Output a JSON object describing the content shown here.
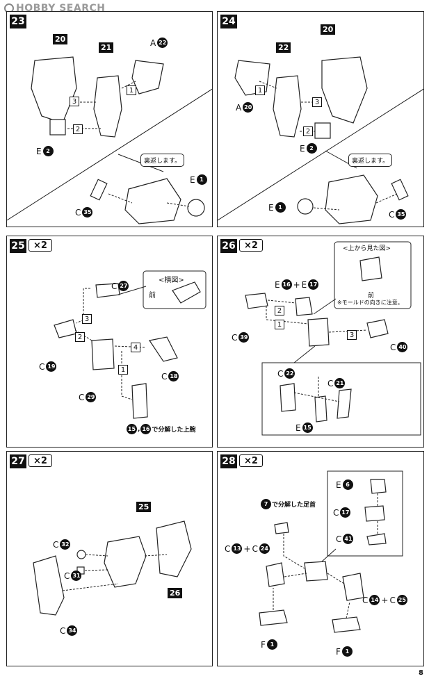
{
  "header": {
    "brand": "HOBBY SEARCH"
  },
  "page_number": "8",
  "steps": {
    "s23": {
      "num": "23",
      "parts": {
        "p20": "20",
        "p21": "21",
        "a22": "A",
        "a22n": "22",
        "e2": "E",
        "e2n": "2",
        "e1": "E",
        "e1n": "1",
        "c35": "C",
        "c35n": "35"
      },
      "arrows": [
        "1",
        "2",
        "3"
      ],
      "bubble": "裏返します。"
    },
    "s24": {
      "num": "24",
      "parts": {
        "p22": "22",
        "p20": "20",
        "a20": "A",
        "a20n": "20",
        "e2": "E",
        "e2n": "2",
        "e1": "E",
        "e1n": "1",
        "c35": "C",
        "c35n": "35"
      },
      "arrows": [
        "1",
        "2",
        "3"
      ],
      "bubble": "裏返します。"
    },
    "s25": {
      "num": "25",
      "mult": "×2",
      "parts": {
        "c27": "C",
        "c27n": "27",
        "c19": "C",
        "c19n": "19",
        "c29": "C",
        "c29n": "29",
        "c18": "C",
        "c18n": "18"
      },
      "arrows": [
        "1",
        "2",
        "3",
        "4"
      ],
      "side_view": "<横図>",
      "front": "前",
      "note_a": "15",
      "note_b": "16",
      "note_text": "で分解した上腕"
    },
    "s26": {
      "num": "26",
      "mult": "×2",
      "parts": {
        "e16": "E",
        "e16n": "16",
        "plus": "+",
        "e17": "E",
        "e17n": "17",
        "c39": "C",
        "c39n": "39",
        "c40": "C",
        "c40n": "40",
        "c22": "C",
        "c22n": "22",
        "c21": "C",
        "c21n": "21",
        "e15": "E",
        "e15n": "15"
      },
      "arrows": [
        "1",
        "2",
        "3"
      ],
      "top_view": "<上から見た図>",
      "front": "前",
      "mold_note": "※モールドの向きに注意。"
    },
    "s27": {
      "num": "27",
      "mult": "×2",
      "parts": {
        "p25": "25",
        "p26": "26",
        "c32": "C",
        "c32n": "32",
        "c31": "C",
        "c31n": "31",
        "c34": "C",
        "c34n": "34"
      }
    },
    "s28": {
      "num": "28",
      "mult": "×2",
      "parts": {
        "e6": "E",
        "e6n": "6",
        "c17": "C",
        "c17n": "17",
        "c41": "C",
        "c41n": "41",
        "c13": "C",
        "c13n": "13",
        "c24": "C",
        "c24n": "24",
        "c14": "C",
        "c14n": "14",
        "c25": "C",
        "c25n": "25",
        "f1a": "F",
        "f1an": "1",
        "f1b": "F",
        "f1bn": "1",
        "plus": "+"
      },
      "note_a": "7",
      "note_text": "で分解した足首"
    }
  }
}
